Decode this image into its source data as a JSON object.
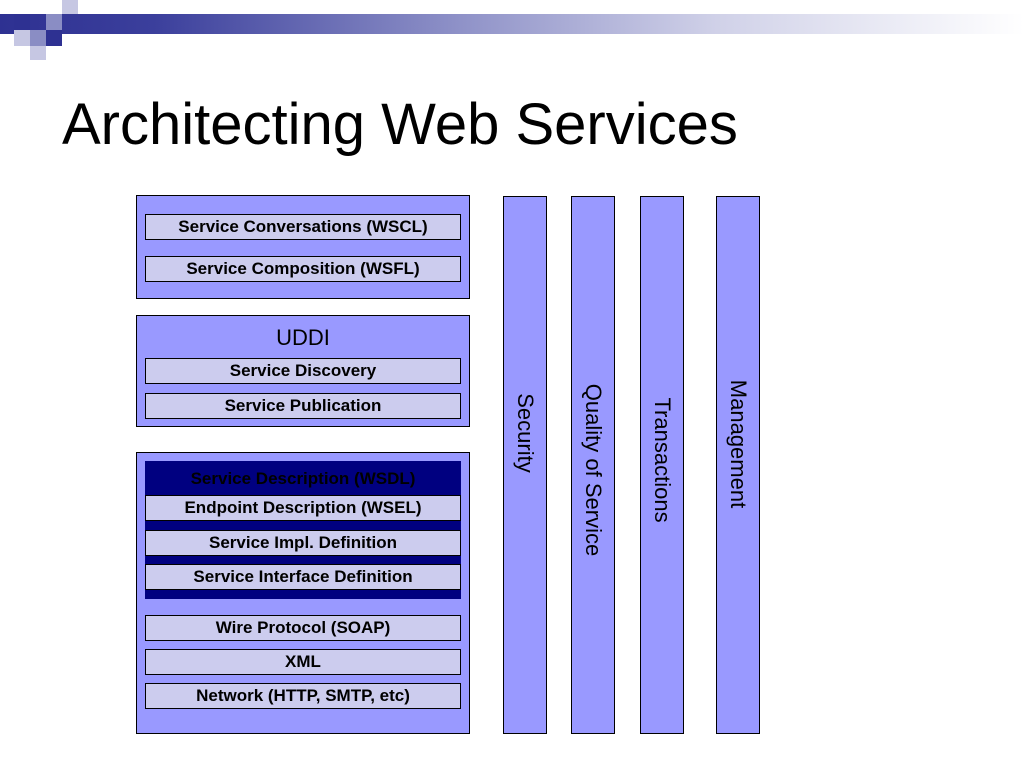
{
  "slide": {
    "title": "Architecting Web Services"
  },
  "top_group": {
    "items": [
      "Service Conversations (WSCL)",
      "Service Composition (WSFL)"
    ]
  },
  "uddi_group": {
    "heading": "UDDI",
    "items": [
      "Service Discovery",
      "Service Publication"
    ]
  },
  "bottom_group": {
    "wsdl_label": "Service Description (WSDL)",
    "wsdl_items": [
      "Endpoint Description (WSEL)",
      "Service Impl. Definition",
      "Service Interface Definition"
    ],
    "items": [
      "Wire Protocol (SOAP)",
      "XML",
      "Network (HTTP, SMTP, etc)"
    ]
  },
  "columns": [
    "Security",
    "Quality of Service",
    "Transactions",
    "Management"
  ],
  "colors": {
    "panel": "#9999ff",
    "item": "#ccccee",
    "wsdl_band": "#000080",
    "header_bar": "#2e3192"
  }
}
